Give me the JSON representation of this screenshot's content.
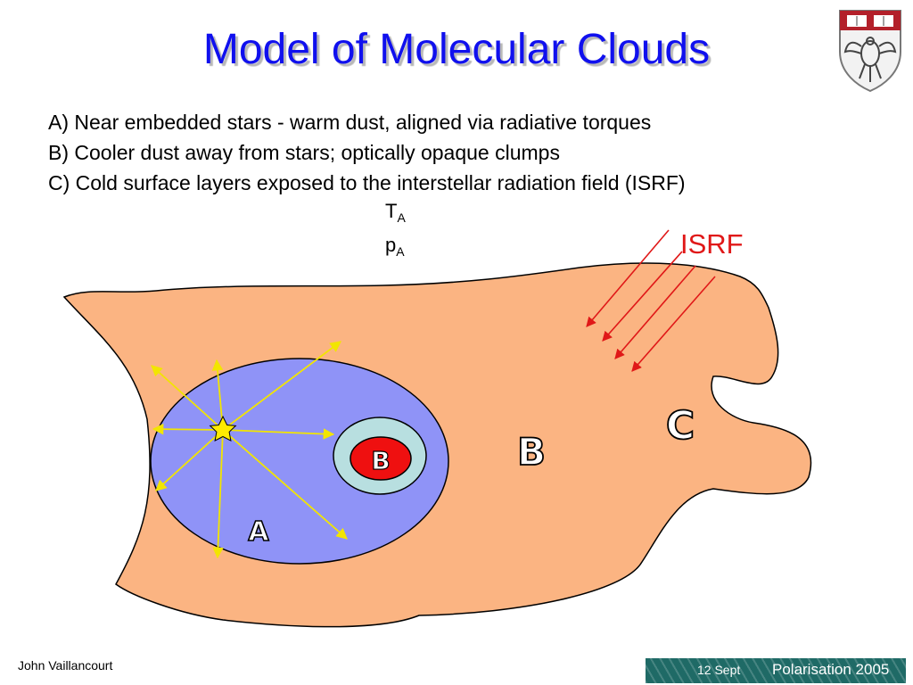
{
  "slide": {
    "title": "Model of Molecular Clouds",
    "bullets": [
      "A) Near embedded stars - warm dust, aligned via radiative torques",
      "B) Cooler dust away from stars; optically opaque clumps",
      "C) Cold surface layers exposed to the interstellar radiation field (ISRF)"
    ],
    "temperature_label": {
      "main": "T",
      "sub": "A"
    },
    "density_label": {
      "main": "p",
      "sub": "A"
    }
  },
  "diagram": {
    "region_labels": {
      "a": "A",
      "b_clump": "B",
      "b_cloud": "B",
      "c": "C"
    },
    "isrf_label": "ISRF",
    "colors": {
      "cloud": "#fbb482",
      "region_a": "#8f93f7",
      "clump_outer": "#b8dfe0",
      "clump_inner": "#ef1010",
      "star": "#ffea00",
      "rays": "#f2e500",
      "isrf_arrows": "#e01818",
      "title": "#1010ee"
    },
    "icons": [
      "star-icon",
      "crest-icon"
    ]
  },
  "footer": {
    "author": "John Vaillancourt",
    "date": "12 Sept",
    "conference": "Polarisation 2005"
  }
}
